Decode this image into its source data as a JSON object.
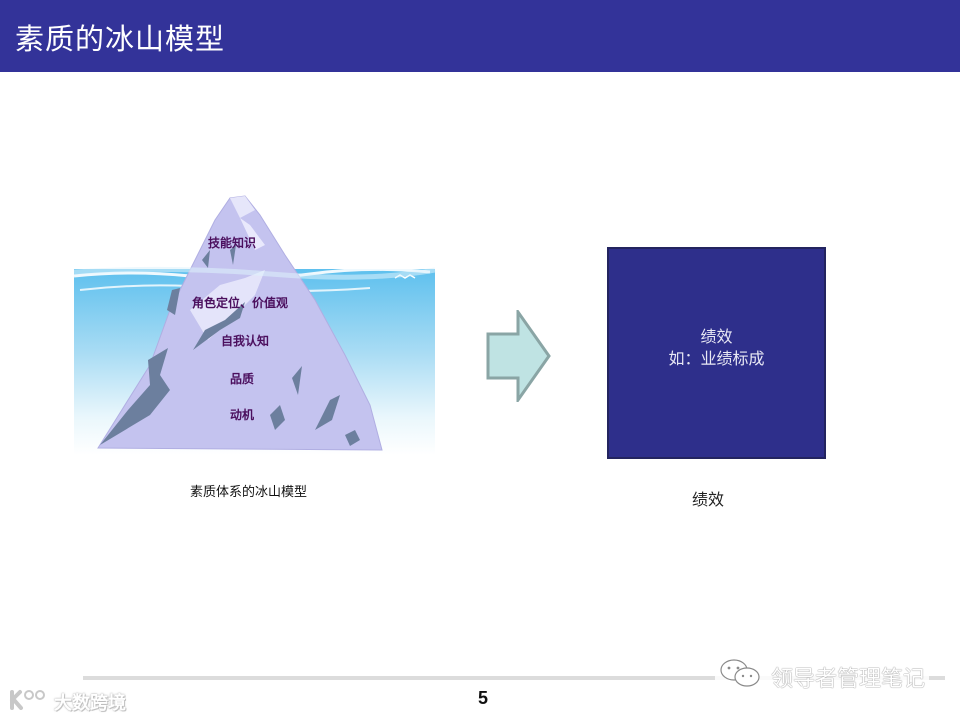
{
  "header": {
    "title": "素质的冰山模型",
    "background_color": "#333399"
  },
  "iceberg": {
    "labels_above_water": [
      "技能知识"
    ],
    "labels_below_water": [
      "角色定位、价值观",
      "自我认知",
      "品质",
      "动机"
    ],
    "caption": "素质体系的冰山模型",
    "label_color": "#4b0f5e"
  },
  "arrow": {
    "icon": "right-arrow-icon",
    "fill_color": "#bfe3e3",
    "stroke_color": "#8aa5a5"
  },
  "performance_box": {
    "line1": "绩效",
    "line2": "如：业绩标成",
    "background_color": "#2e2f8b",
    "caption": "绩效"
  },
  "footer": {
    "page_number": "5",
    "watermark_left": "大数跨境",
    "watermark_left_logo": "kooo-logo-icon",
    "watermark_right": "领导者管理笔记",
    "watermark_right_icon": "wechat-icon"
  }
}
